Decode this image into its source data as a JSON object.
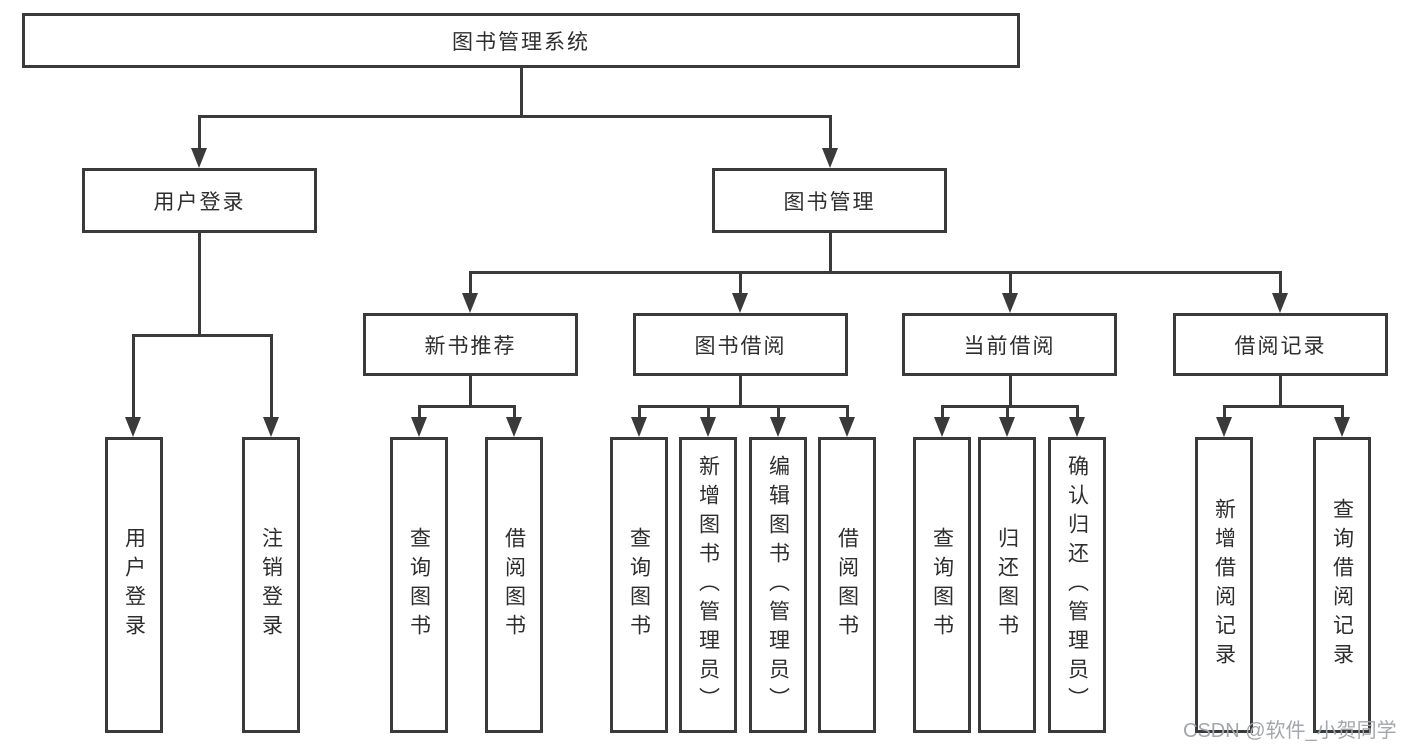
{
  "tree": {
    "root": {
      "label": "图书管理系统"
    },
    "branches": [
      {
        "label": "用户登录",
        "children": [
          {
            "label": "用户登录"
          },
          {
            "label": "注销登录"
          }
        ]
      },
      {
        "label": "图书管理",
        "children": [
          {
            "label": "新书推荐",
            "children": [
              {
                "label": "查询图书"
              },
              {
                "label": "借阅图书"
              }
            ]
          },
          {
            "label": "图书借阅",
            "children": [
              {
                "label": "查询图书"
              },
              {
                "label": "新增图书（管理员）"
              },
              {
                "label": "编辑图书（管理员）"
              },
              {
                "label": "借阅图书"
              }
            ]
          },
          {
            "label": "当前借阅",
            "children": [
              {
                "label": "查询图书"
              },
              {
                "label": "归还图书"
              },
              {
                "label": "确认归还（管理员）"
              }
            ]
          },
          {
            "label": "借阅记录",
            "children": [
              {
                "label": "新增借阅记录"
              },
              {
                "label": "查询借阅记录"
              }
            ]
          }
        ]
      }
    ]
  },
  "watermark": "CSDN @软件_小贺同学",
  "colors": {
    "line": "#3a3a3a",
    "text": "#2e2e2e",
    "watermark": "#a3a7ab",
    "background": "#ffffff"
  }
}
